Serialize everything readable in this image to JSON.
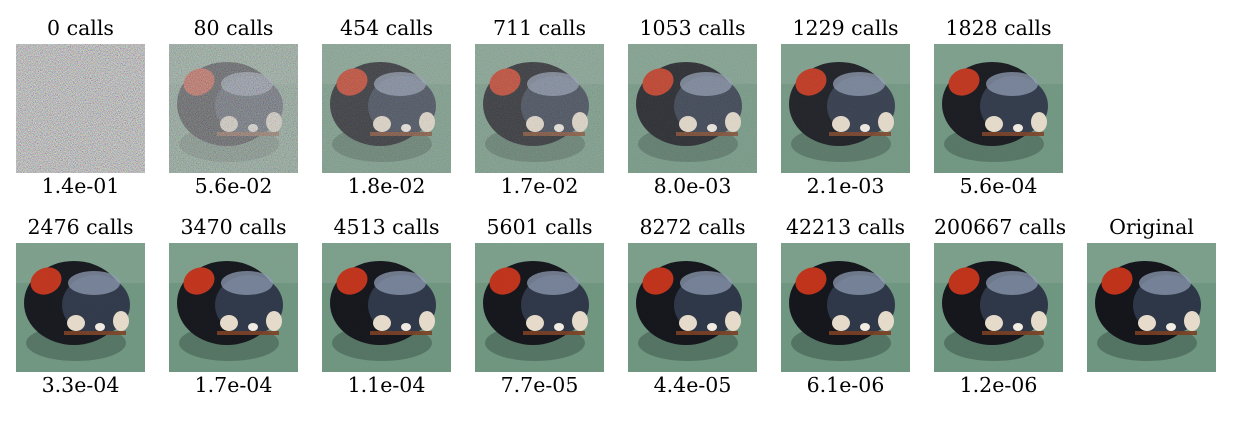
{
  "row1": [
    {
      "title": "0 calls",
      "value": "1.4e-01",
      "noise": 1.0
    },
    {
      "title": "80 calls",
      "value": "5.6e-02",
      "noise": 0.6
    },
    {
      "title": "454 calls",
      "value": "1.8e-02",
      "noise": 0.32
    },
    {
      "title": "711 calls",
      "value": "1.7e-02",
      "noise": 0.3
    },
    {
      "title": "1053 calls",
      "value": "8.0e-03",
      "noise": 0.2
    },
    {
      "title": "1229 calls",
      "value": "2.1e-03",
      "noise": 0.1
    },
    {
      "title": "1828 calls",
      "value": "5.6e-04",
      "noise": 0.05
    }
  ],
  "row2": [
    {
      "title": "2476 calls",
      "value": "3.3e-04",
      "noise": 0.03
    },
    {
      "title": "3470 calls",
      "value": "1.7e-04",
      "noise": 0.02
    },
    {
      "title": "4513 calls",
      "value": "1.1e-04",
      "noise": 0.015
    },
    {
      "title": "5601 calls",
      "value": "7.7e-05",
      "noise": 0.01
    },
    {
      "title": "8272 calls",
      "value": "4.4e-05",
      "noise": 0.008
    },
    {
      "title": "42213 calls",
      "value": "6.1e-06",
      "noise": 0.004
    },
    {
      "title": "200667 calls",
      "value": "1.2e-06",
      "noise": 0.002
    },
    {
      "title": "Original",
      "value": "",
      "noise": 0.0
    }
  ],
  "colors": {
    "background": "#6f9680",
    "shell": "#14161c",
    "spot": "#c0331b",
    "head": "#2e3748",
    "highlight": "#8d9bb1",
    "legs": "#7b3f22"
  }
}
